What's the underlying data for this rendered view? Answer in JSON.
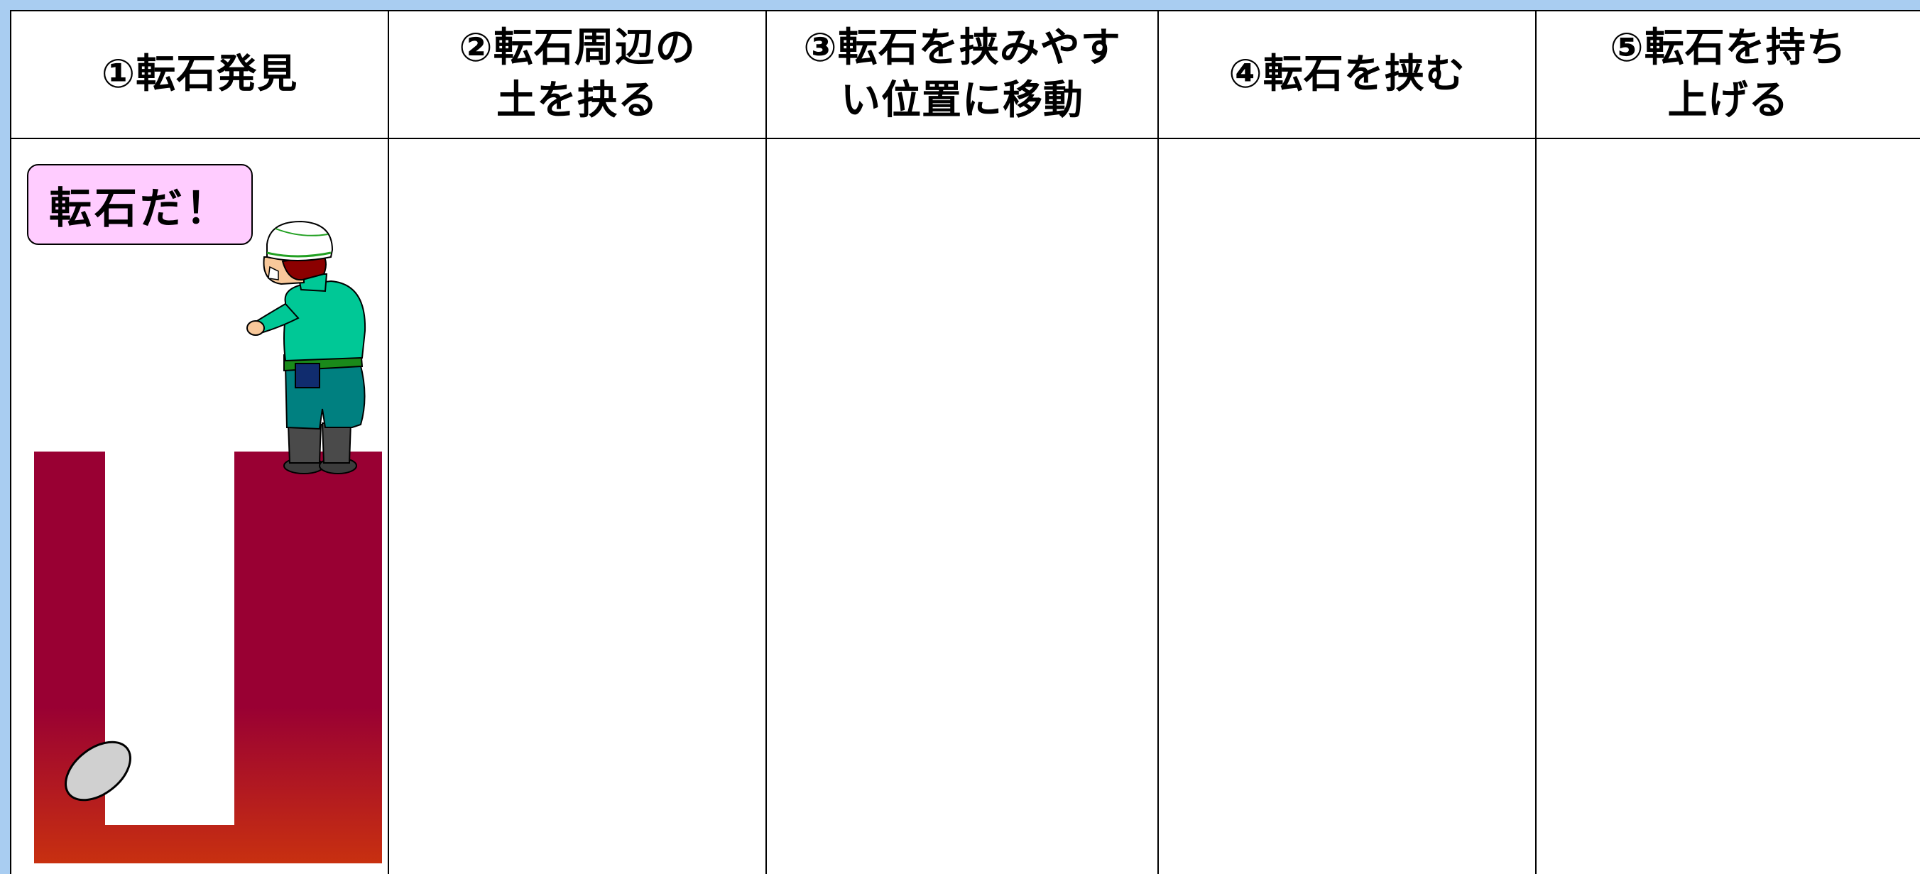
{
  "steps": [
    {
      "label": "①転石発見"
    },
    {
      "label": "②転石周辺の\n土を抉る"
    },
    {
      "label": "③転石を挟みやす\nい位置に移動"
    },
    {
      "label": "④転石を挟む"
    },
    {
      "label": "⑤転石を持ち\n上げる"
    }
  ],
  "bubble": {
    "text": "転石だ！"
  },
  "colors": {
    "background": "#a9cdf1",
    "soil_top": "#990033",
    "soil_bottom": "#c83010",
    "arrow": "#0000ff",
    "worker_shirt": "#00c896",
    "worker_pants": "#008080",
    "worker_belt": "#1a8a1a",
    "helmet": "#ffffff",
    "boulder": "#d0d0d0",
    "bubble_fill": "#ffccff"
  }
}
